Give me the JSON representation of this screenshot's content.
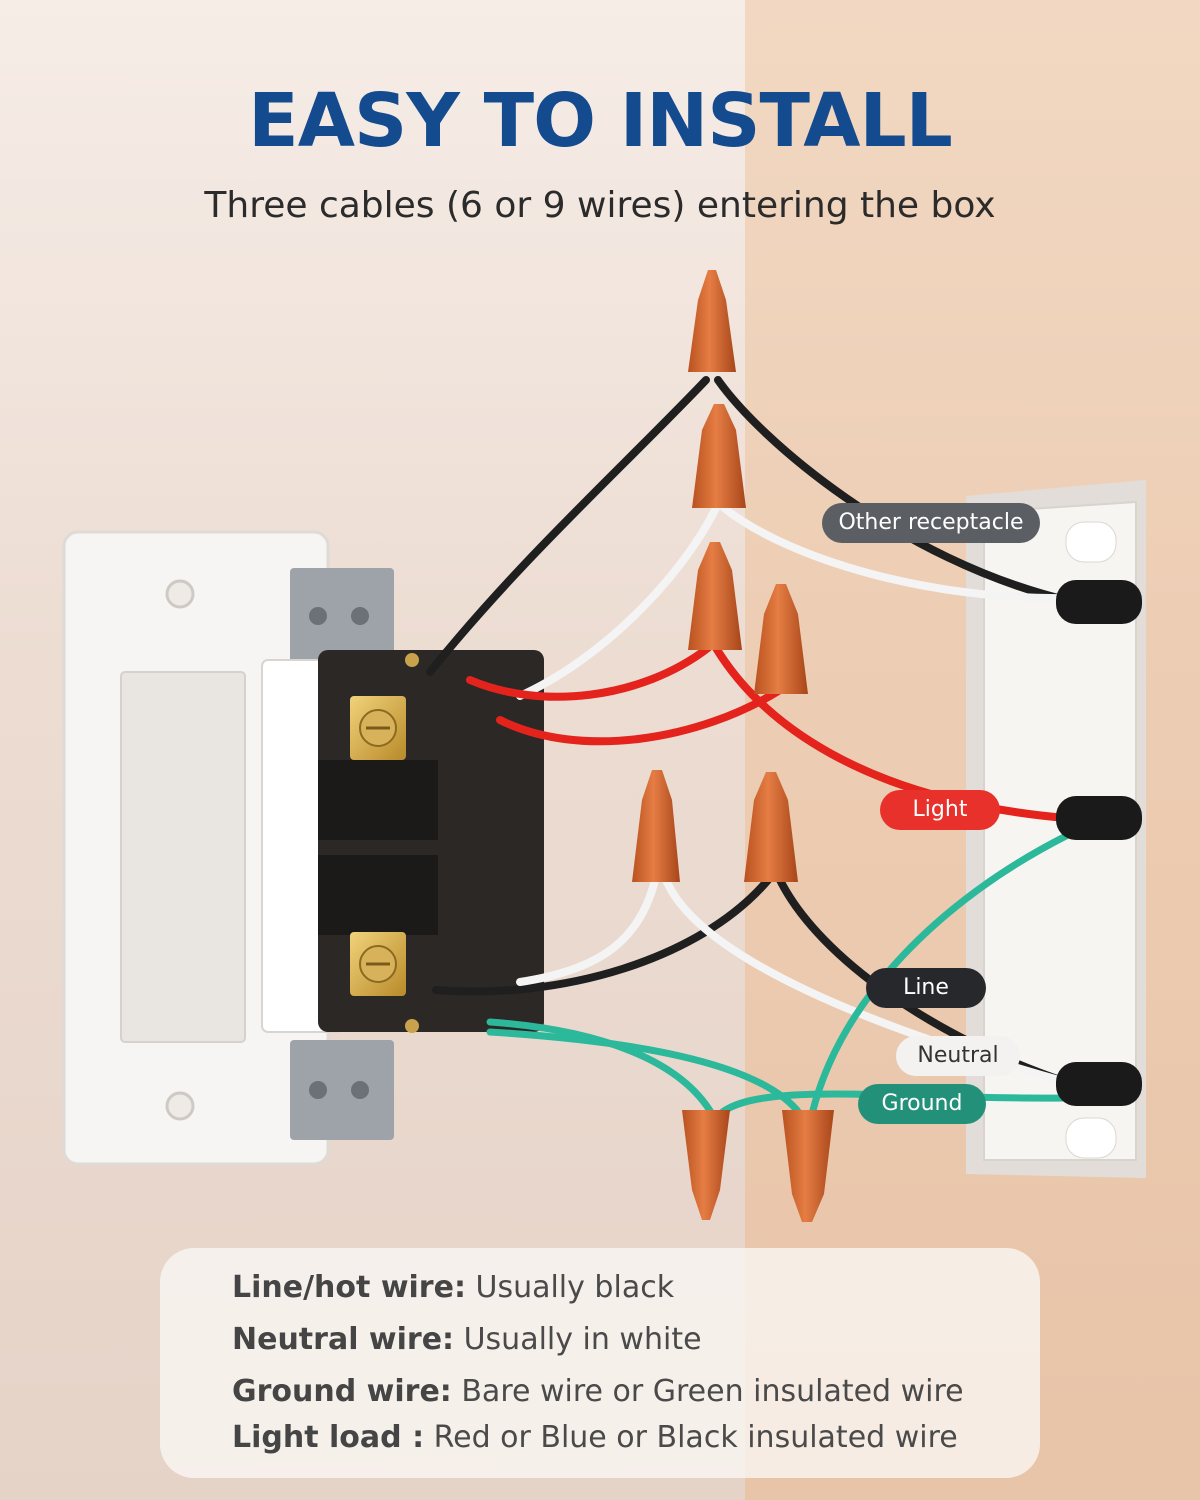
{
  "headline": "EASY TO INSTALL",
  "subheadline": "Three cables (6 or 9 wires) entering the box",
  "callouts": {
    "other": "Other receptacle",
    "light": "Light",
    "line": "Line",
    "neutral": "Neutral",
    "ground": "Ground"
  },
  "legend": [
    {
      "term": "Line/hot wire:",
      "desc": " Usually black"
    },
    {
      "term": "Neutral wire:",
      "desc": " Usually in white"
    },
    {
      "term": "Ground wire:",
      "desc": " Bare wire or Green insulated wire"
    },
    {
      "term": "Light load :",
      "desc": " Red or Blue or Black insulated wire"
    }
  ],
  "colors": {
    "title": "#144b8f",
    "wire_black": "#222222",
    "wire_white": "#f2f2f2",
    "wire_red": "#e3231c",
    "wire_green": "#2cb89a",
    "connector": "#d96a33"
  }
}
